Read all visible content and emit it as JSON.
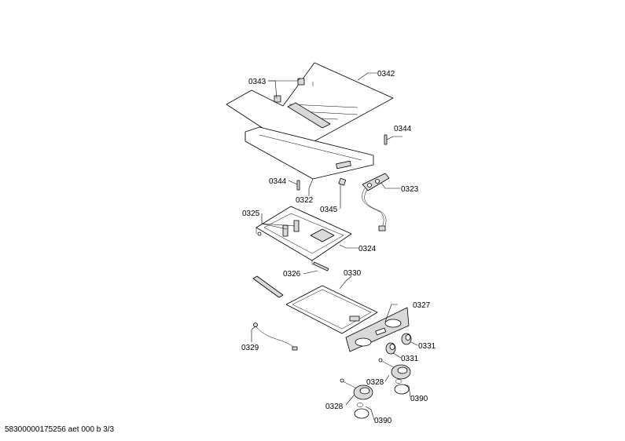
{
  "labels": {
    "p0342": "0342",
    "p0343": "0343",
    "p0344a": "0344",
    "p0344b": "0344",
    "p0323": "0323",
    "p0322": "0322",
    "p0345": "0345",
    "p0325": "0325",
    "p0324": "0324",
    "p0326": "0326",
    "p0330": "0330",
    "p0327": "0327",
    "p0329": "0329",
    "p0331a": "0331",
    "p0331b": "0331",
    "p0328a": "0328",
    "p0328b": "0328",
    "p0390a": "0390",
    "p0390b": "0390"
  },
  "footer": "58300000175256 aet 000 b 3/3"
}
